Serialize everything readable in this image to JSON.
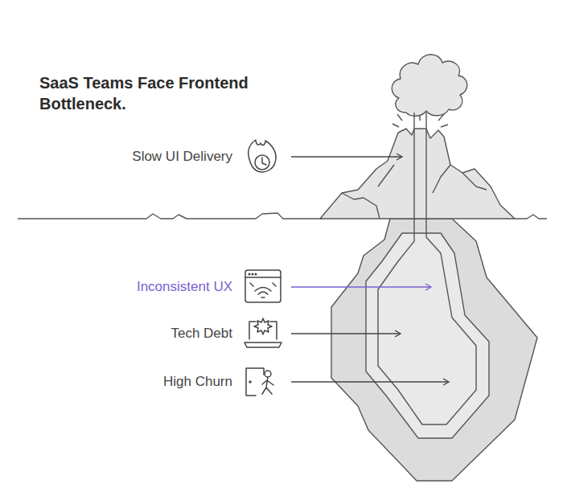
{
  "diagram": {
    "title": "SaaS Teams Face Frontend Bottleneck.",
    "labels": [
      "Slow UI Delivery",
      "Inconsistent UX",
      "Tech Debt",
      "High Churn"
    ]
  }
}
